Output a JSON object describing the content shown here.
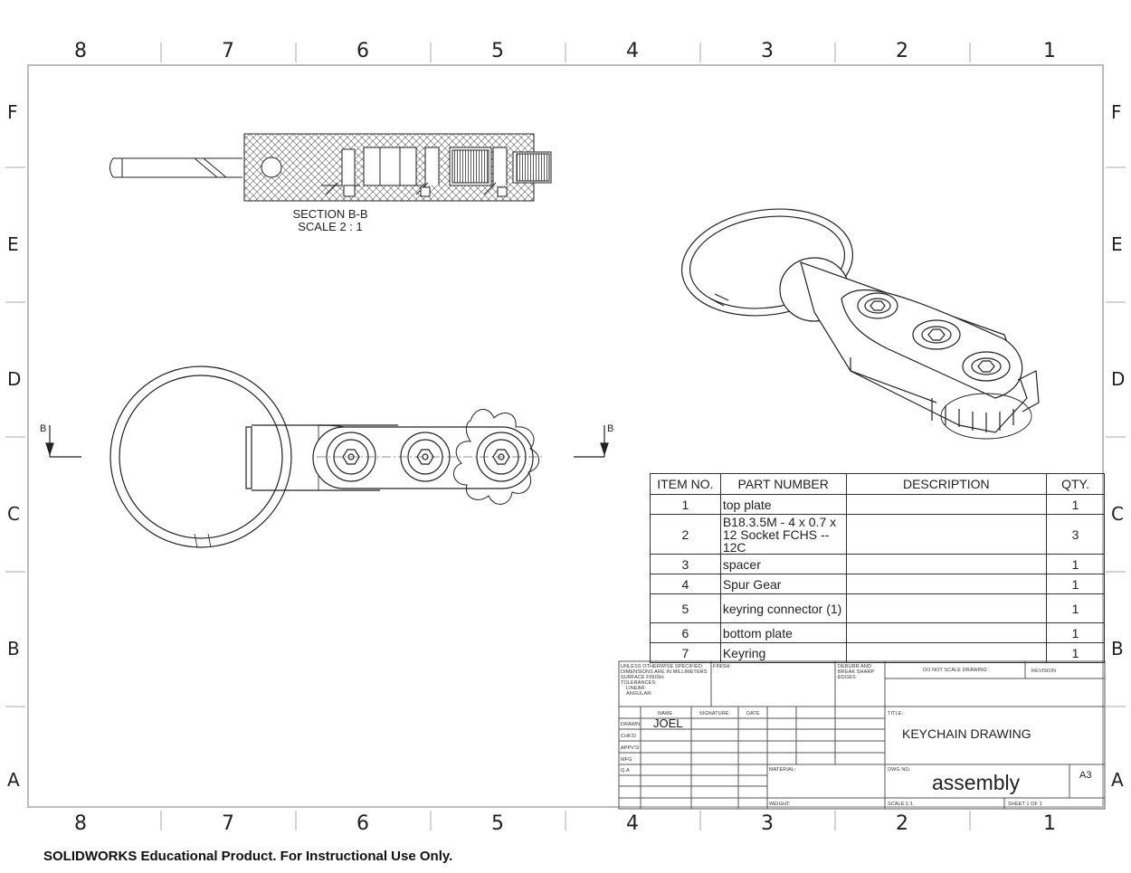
{
  "zones_top": [
    "8",
    "7",
    "6",
    "5",
    "4",
    "3",
    "2",
    "1"
  ],
  "zones_bottom": [
    "8",
    "7",
    "6",
    "5",
    "4",
    "3",
    "2",
    "1"
  ],
  "rows_left": [
    "F",
    "E",
    "D",
    "C",
    "B",
    "A"
  ],
  "rows_right": [
    "F",
    "E",
    "D",
    "C",
    "B",
    "A"
  ],
  "section": {
    "title": "SECTION B-B",
    "scale": "SCALE 2 : 1",
    "arrow_label_left": "B",
    "arrow_label_right": "B"
  },
  "bom": {
    "headers": [
      "ITEM NO.",
      "PART NUMBER",
      "DESCRIPTION",
      "QTY."
    ],
    "rows": [
      {
        "item": "1",
        "part": "top plate",
        "desc": "",
        "qty": "1"
      },
      {
        "item": "2",
        "part": "B18.3.5M - 4 x 0.7 x 12 Socket FCHS -- 12C",
        "desc": "",
        "qty": "3"
      },
      {
        "item": "3",
        "part": "spacer",
        "desc": "",
        "qty": "1"
      },
      {
        "item": "4",
        "part": "Spur Gear",
        "desc": "",
        "qty": "1"
      },
      {
        "item": "5",
        "part": "keyring connector (1)",
        "desc": "",
        "qty": "1"
      },
      {
        "item": "6",
        "part": "bottom plate",
        "desc": "",
        "qty": "1"
      },
      {
        "item": "7",
        "part": "Keyring",
        "desc": "",
        "qty": "1"
      }
    ]
  },
  "title_block": {
    "notes": [
      "UNLESS OTHERWISE SPECIFIED:",
      "DIMENSIONS ARE IN MILLIMETERS",
      "SURFACE FINISH:",
      "TOLERANCES:",
      "LINEAR:",
      "ANGULAR:"
    ],
    "finish": "FINISH:",
    "deburr": [
      "DEBURR AND",
      "BREAK SHARP",
      "EDGES"
    ],
    "do_not_scale": "DO NOT SCALE DRAWING",
    "revision": "REVISION",
    "name_hdr": "NAME",
    "signature_hdr": "SIGNATURE",
    "date_hdr": "DATE",
    "rows": [
      "DRAWN",
      "CHK'D",
      "APPV'D",
      "MFG",
      "Q.A"
    ],
    "drawn_name": "JOEL",
    "title_lbl": "TITLE:",
    "title": "KEYCHAIN DRAWING",
    "material_lbl": "MATERIAL:",
    "dwg_no_lbl": "DWG NO.",
    "dwg_no": "assembly",
    "size": "A3",
    "weight_lbl": "WEIGHT:",
    "scale_lbl": "SCALE:1:1",
    "sheet_lbl": "SHEET 1 OF 1"
  },
  "watermark": "SOLIDWORKS Educational Product. For Instructional Use Only."
}
